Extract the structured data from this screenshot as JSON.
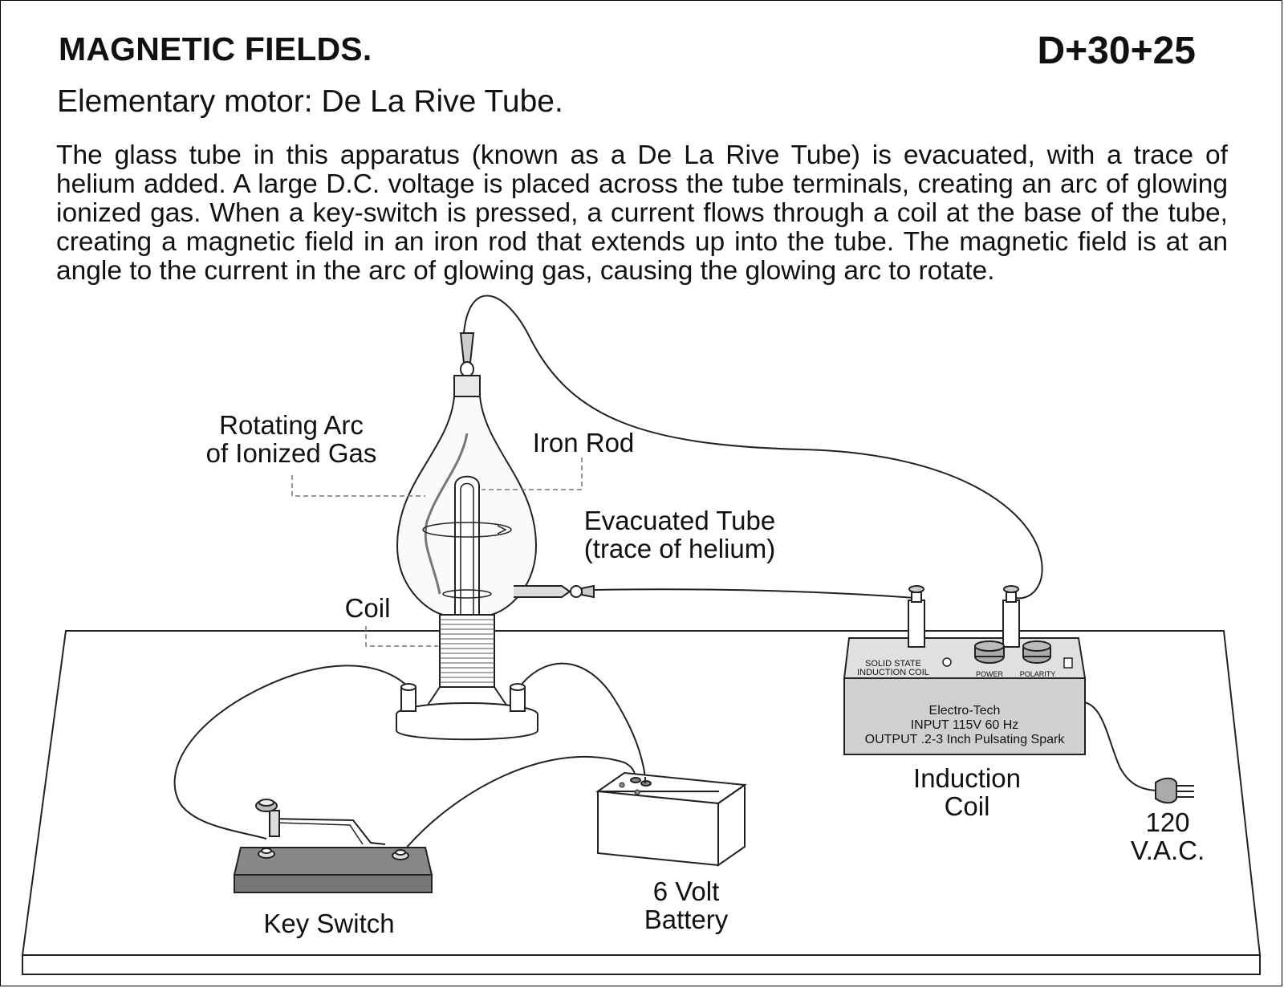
{
  "header": {
    "title": "MAGNETIC FIELDS.",
    "code": "D+30+25",
    "subtitle": "Elementary motor: De La Rive Tube."
  },
  "description": "The glass tube in this apparatus (known as a De La Rive Tube) is evacuated, with a trace of helium added.  A large D.C. voltage is placed across the tube terminals, creating an arc of glowing ionized gas.  When a key-switch is pressed, a current flows through a coil at the base of the tube, creating a magnetic field in an iron rod that extends up into the tube. The magnetic field is at an angle to the current in the arc of glowing gas, causing the glowing arc to rotate.",
  "labels": {
    "rotating_arc": [
      "Rotating Arc",
      "of Ionized Gas"
    ],
    "iron_rod": "Iron Rod",
    "evacuated_tube": [
      "Evacuated Tube",
      "(trace of helium)"
    ],
    "coil": "Coil",
    "induction_coil": [
      "Induction",
      "Coil"
    ],
    "vac": [
      "120",
      "V.A.C."
    ],
    "battery": [
      "6 Volt",
      "Battery"
    ],
    "key_switch": "Key Switch"
  },
  "induction_coil_panel": {
    "left_label": [
      "SOLID STATE",
      "INDUCTION COIL"
    ],
    "power": "POWER",
    "polarity": "POLARITY",
    "plate": [
      "Electro-Tech",
      "INPUT 115V 60 Hz",
      "OUTPUT .2-3 Inch Pulsating Spark"
    ]
  }
}
